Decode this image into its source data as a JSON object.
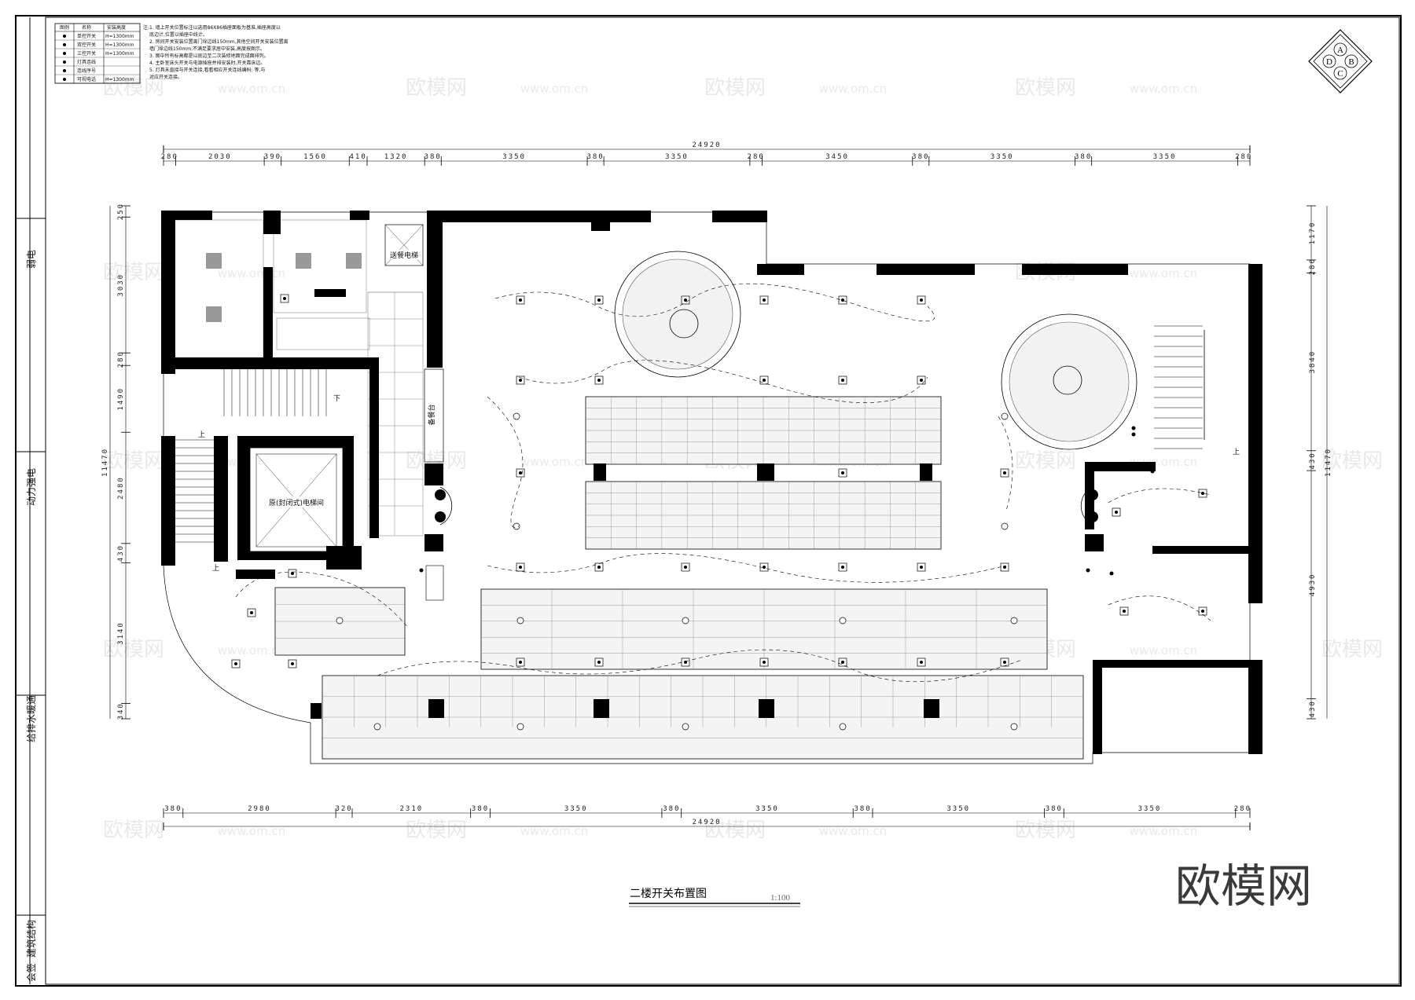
{
  "drawing": {
    "title": "二楼开关布置图",
    "scale": "1:100",
    "brand": "欧模网",
    "watermark_cn": "欧模网",
    "watermark_url": "www.om.cn"
  },
  "legend": {
    "headers": [
      "图例",
      "名称",
      "安装高度"
    ],
    "rows": [
      {
        "name": "单控开关",
        "height": "H=1300mm"
      },
      {
        "name": "双控开关",
        "height": "H=1300mm"
      },
      {
        "name": "三控开关",
        "height": "H=1300mm"
      },
      {
        "name": "灯具连线",
        "height": ""
      },
      {
        "name": "连线序号",
        "height": ""
      },
      {
        "name": "可视电话",
        "height": "H=1300mm"
      }
    ]
  },
  "notes": {
    "head": "注:",
    "lines": [
      "1. 墙上开关位置标注以选用86X86插座面板为基准,插座高度以",
      "   底边计,位置以插座中线计。",
      "2. 房间开关安装位置离门垛边线150mm,其他空间开关安装位置离",
      "   墙门垛边线150mm,不满足要求居中安装,高度按图示。",
      "3. 图中所有标高都是以底边至二次装修地面完成面排列。",
      "4. 主卧室床头开关与电源插座并排安装时,开关靠床边。",
      "5. 灯具未直接与开关连接,看看相应开关连线编码:   等,与",
      "   对应开关连接。"
    ]
  },
  "compass": [
    "A",
    "B",
    "C",
    "D"
  ],
  "title_block": [
    "弱电",
    "动力强电",
    "给排水暖通",
    "建筑结构",
    "会签"
  ],
  "dimensions": {
    "overall": "24920",
    "top": [
      "280",
      "2030",
      "390",
      "1560",
      "410",
      "1320",
      "380",
      "3350",
      "380",
      "3350",
      "280",
      "3450",
      "380",
      "3350",
      "380",
      "3350",
      "280"
    ],
    "bottom": [
      "380",
      "2980",
      "320",
      "2310",
      "380",
      "3350",
      "380",
      "3350",
      "380",
      "3350",
      "380",
      "3350",
      "280"
    ],
    "left": [
      "250",
      "3030",
      "280",
      "1490",
      "2480",
      "430",
      "3140",
      "340"
    ],
    "left_total": "11470",
    "right": [
      "1170",
      "280",
      "3840",
      "430",
      "4930",
      "430"
    ],
    "right_total": "11470"
  },
  "rooms": {
    "dumbwaiter": "送餐电梯",
    "service_counter": "备餐台",
    "elevator": "原(封闭式)电梯间",
    "up": "上",
    "down": "下"
  }
}
